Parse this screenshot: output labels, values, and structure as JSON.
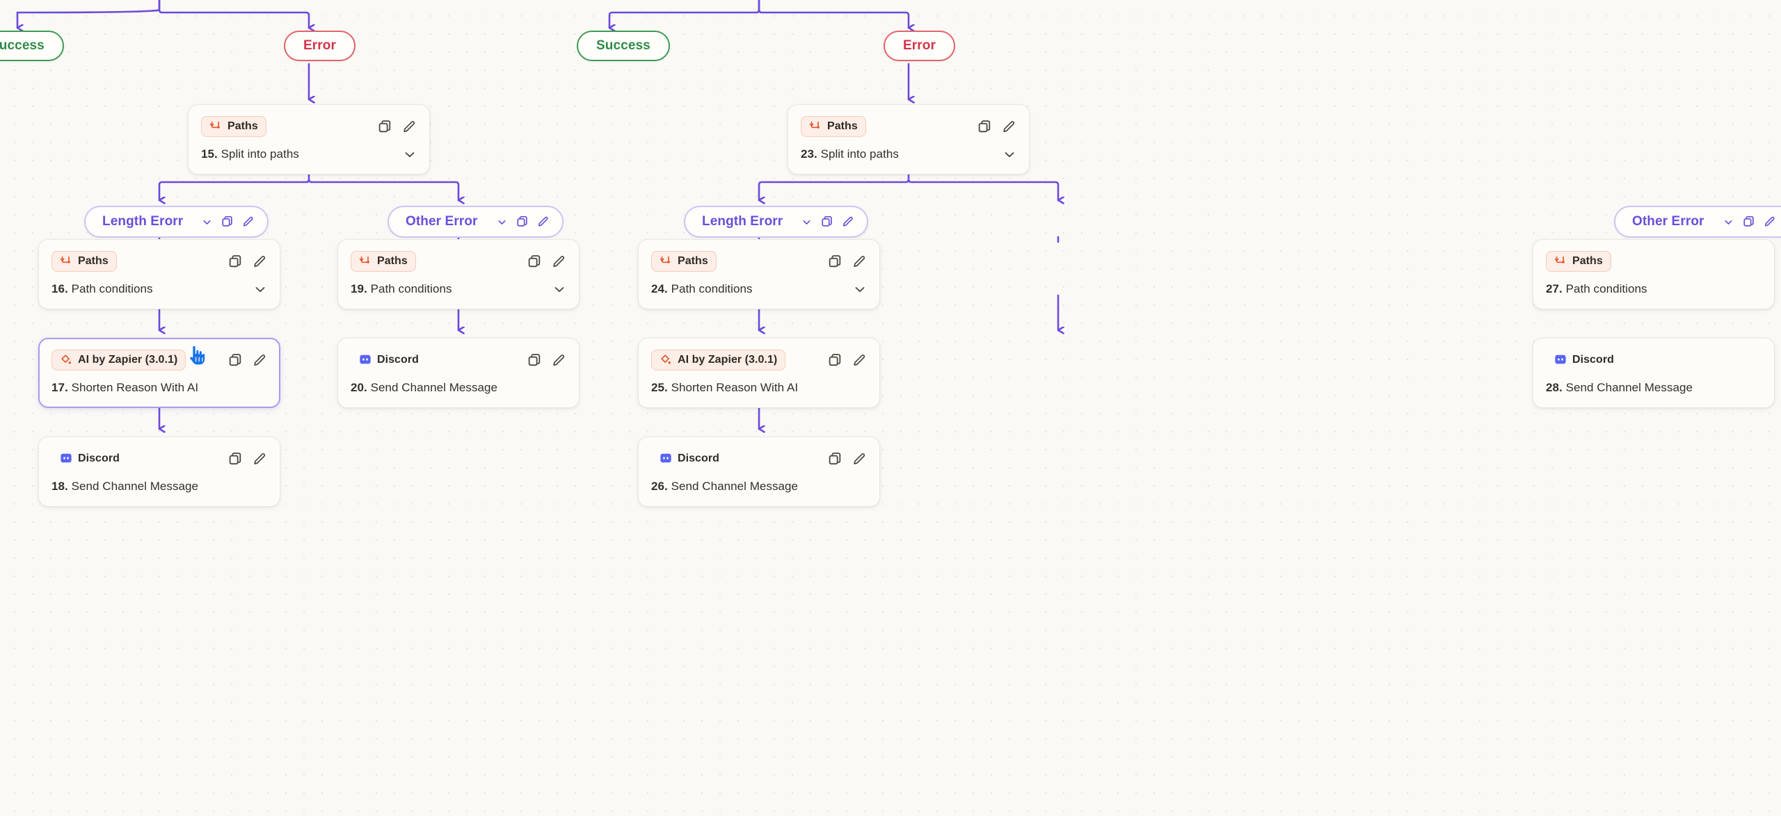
{
  "canvas": {
    "background_color": "#faf9f5",
    "wire_color": "#6c4adb",
    "dot_color": "#969182"
  },
  "colors": {
    "success": "#2e8b47",
    "error": "#d2344a",
    "path_purple": "#6b4ddb",
    "paths_chip_bg": "#fdeee7",
    "paths_chip_icon": "#e8542a",
    "discord_icon": "#5865f2",
    "selection": "#a99bf0",
    "cursor": "#1a73e8"
  },
  "branches": [
    {
      "id": "left",
      "status_pills": [
        {
          "label": "Success",
          "kind": "success",
          "clipped": true
        },
        {
          "label": "Error",
          "kind": "error",
          "clipped": false
        }
      ]
    },
    {
      "id": "right",
      "status_pills": [
        {
          "label": "Success",
          "kind": "success",
          "clipped": false
        },
        {
          "label": "Error",
          "kind": "error",
          "clipped": false
        }
      ]
    }
  ],
  "status_pills": {
    "left_success": "Success",
    "left_error": "Error",
    "right_success": "Success",
    "right_error": "Error"
  },
  "path_pills": {
    "p1": "Length Erorr",
    "p2": "Other Error",
    "p3": "Length Erorr",
    "p4": "Other Error"
  },
  "cards": {
    "c15": {
      "app": "Paths",
      "num": "15.",
      "title": "Split into paths",
      "chevron": true,
      "actions": true,
      "selected": false
    },
    "c16": {
      "app": "Paths",
      "num": "16.",
      "title": "Path conditions",
      "chevron": true,
      "actions": true,
      "selected": false
    },
    "c17": {
      "app": "AI by Zapier (3.0.1)",
      "num": "17.",
      "title": "Shorten Reason With AI",
      "chevron": false,
      "actions": true,
      "selected": true
    },
    "c18": {
      "app": "Discord",
      "num": "18.",
      "title": "Send Channel Message",
      "chevron": false,
      "actions": true,
      "selected": false
    },
    "c19": {
      "app": "Paths",
      "num": "19.",
      "title": "Path conditions",
      "chevron": true,
      "actions": true,
      "selected": false
    },
    "c20": {
      "app": "Discord",
      "num": "20.",
      "title": "Send Channel Message",
      "chevron": false,
      "actions": true,
      "selected": false
    },
    "c23": {
      "app": "Paths",
      "num": "23.",
      "title": "Split into paths",
      "chevron": true,
      "actions": true,
      "selected": false
    },
    "c24": {
      "app": "Paths",
      "num": "24.",
      "title": "Path conditions",
      "chevron": true,
      "actions": true,
      "selected": false
    },
    "c25": {
      "app": "AI by Zapier (3.0.1)",
      "num": "25.",
      "title": "Shorten Reason With AI",
      "chevron": false,
      "actions": true,
      "selected": false
    },
    "c26": {
      "app": "Discord",
      "num": "26.",
      "title": "Send Channel Message",
      "chevron": false,
      "actions": true,
      "selected": false
    },
    "c27": {
      "app": "Paths",
      "num": "27.",
      "title": "Path conditions",
      "chevron": false,
      "actions": false,
      "selected": false
    },
    "c28": {
      "app": "Discord",
      "num": "28.",
      "title": "Send Channel Message",
      "chevron": false,
      "actions": false,
      "selected": false
    }
  },
  "icons": {
    "duplicate": "duplicate-icon",
    "edit": "pencil-edit-icon",
    "chevron": "chevron-down-icon",
    "paths": "paths-branch-icon",
    "zapier_ai": "zapier-ai-icon",
    "discord": "discord-icon",
    "cursor": "hand-pointer-cursor"
  }
}
